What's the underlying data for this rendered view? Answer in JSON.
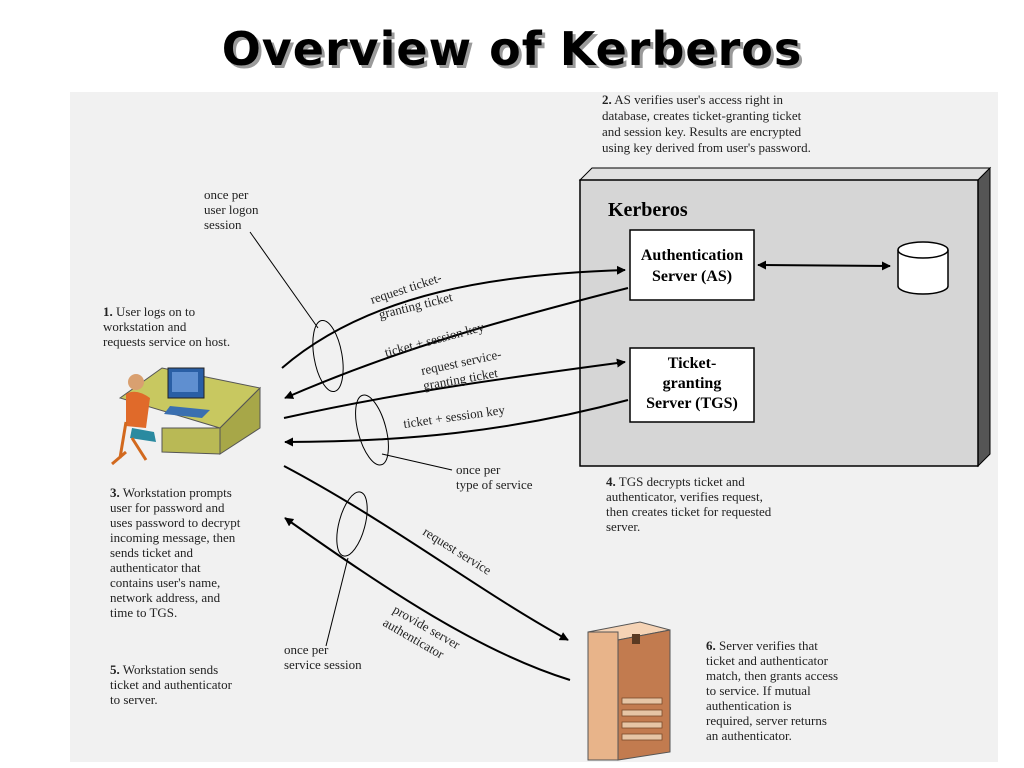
{
  "title": "Overview of Kerberos",
  "kerberos_box": {
    "label": "Kerberos"
  },
  "as_box": {
    "line1": "Authentication",
    "line2": "Server (AS)"
  },
  "tgs_box": {
    "line1": "Ticket-",
    "line2": "granting",
    "line3": "Server (TGS)"
  },
  "notes": {
    "step1": {
      "num": "1.",
      "lines": [
        " User logs on to",
        "workstation and",
        "requests service on host."
      ]
    },
    "step2": {
      "num": "2.",
      "lines": [
        " AS verifies user's access right in",
        "database, creates ticket-granting ticket",
        "and session key. Results are encrypted",
        "using key derived from user's password."
      ]
    },
    "step3": {
      "num": "3.",
      "lines": [
        " Workstation prompts",
        "user for password and",
        "uses password to decrypt",
        "incoming message, then",
        "sends ticket and",
        "authenticator that",
        "contains user's name,",
        "network address, and",
        "time to TGS."
      ]
    },
    "step4": {
      "num": "4.",
      "lines": [
        " TGS decrypts ticket and",
        "authenticator, verifies request,",
        "then creates ticket for requested",
        "server."
      ]
    },
    "step5": {
      "num": "5.",
      "lines": [
        " Workstation sends",
        "ticket and authenticator",
        "to server."
      ]
    },
    "step6": {
      "num": "6.",
      "lines": [
        " Server verifies that",
        "ticket and authenticator",
        "match, then grants access",
        "to service. If mutual",
        "authentication is",
        "required, server returns",
        "an authenticator."
      ]
    }
  },
  "frequency_labels": {
    "logon": [
      "once per",
      "user logon",
      "session"
    ],
    "service_type": [
      "once per",
      "type of service"
    ],
    "service_session": [
      "once per",
      "service session"
    ]
  },
  "arrow_labels": {
    "req_tgt": [
      "request ticket-",
      "granting ticket"
    ],
    "tgt_key": "ticket + session key",
    "req_sgt": [
      "request service-",
      "granting ticket"
    ],
    "sgt_key": "ticket + session key",
    "req_service": "request service",
    "provide_auth": [
      "provide server",
      "authenticator"
    ]
  }
}
